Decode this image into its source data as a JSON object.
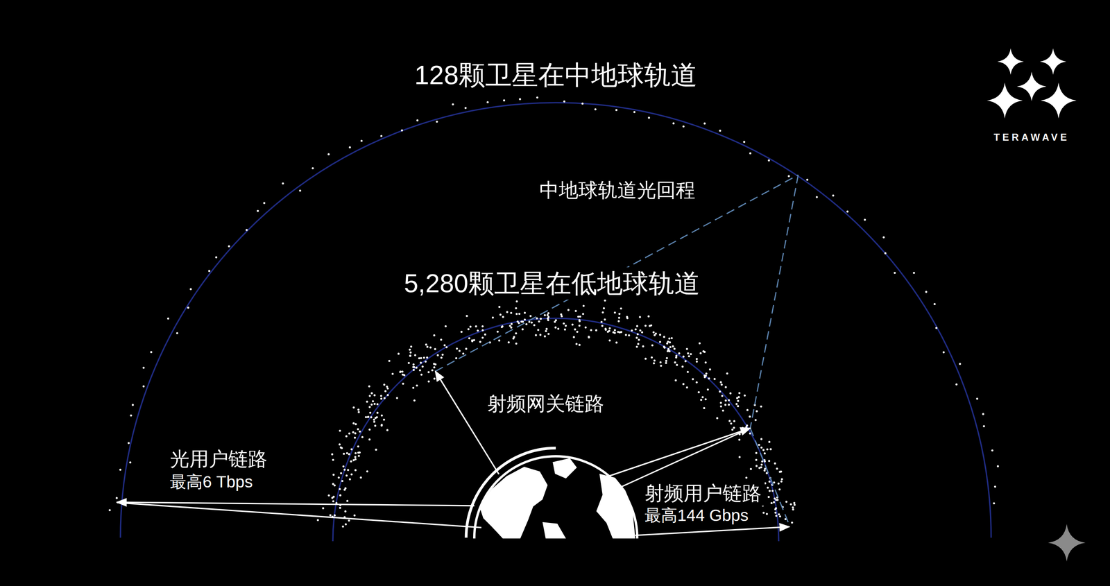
{
  "diagram": {
    "labels": [
      "128颗卫星在中地球轨道",
      "中地球轨道光回程",
      "5,280颗卫星在低地球轨道",
      "射频网关链路",
      "光用户链路",
      "最高6 Tbps",
      "射频用户链路",
      "最高144 Gbps",
      "TERAWAVE"
    ]
  }
}
